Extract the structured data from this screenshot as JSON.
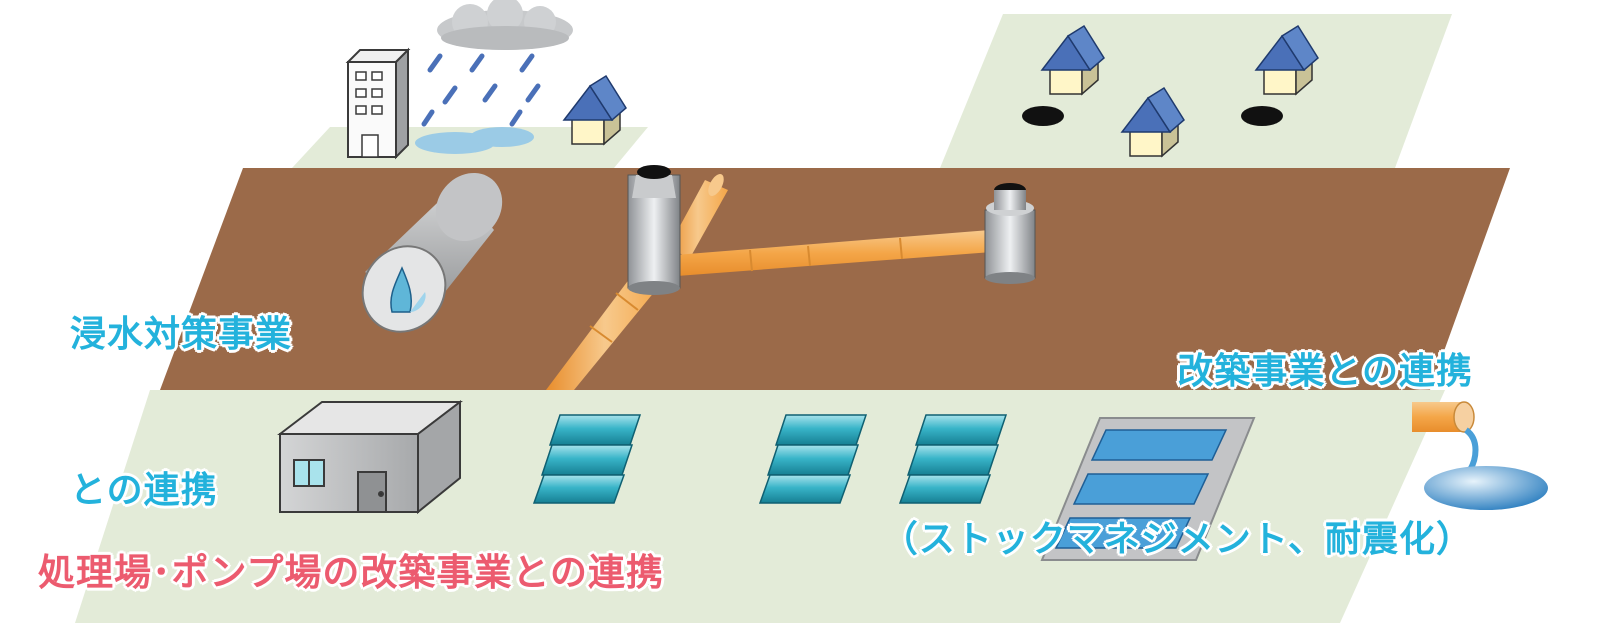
{
  "labels": {
    "flood_control": {
      "line1": "浸水対策事業",
      "line2": "との連携"
    },
    "sewer_renewal": {
      "line1": "改築事業との連携",
      "line2": "（ストックマネジメント、耐震化）"
    },
    "plant_renewal": {
      "text": "処理場･ポンプ場の改築事業との連携"
    }
  },
  "colors": {
    "ground": "#e3ebd8",
    "soil": "#9b6a49",
    "cyan_text": "#23b2dc",
    "pink_text": "#ec5b6f",
    "pipe": "#f4a648",
    "water": "#4a9fd8",
    "tank": "#38b4c8",
    "roof": "#4a70b8"
  },
  "icons": [
    "building-icon",
    "rain-cloud-icon",
    "house-icon",
    "manhole-icon",
    "storage-pipe-icon",
    "pump-station-icon",
    "sedimentation-tank-icon",
    "treatment-basin-icon",
    "outfall-icon"
  ]
}
